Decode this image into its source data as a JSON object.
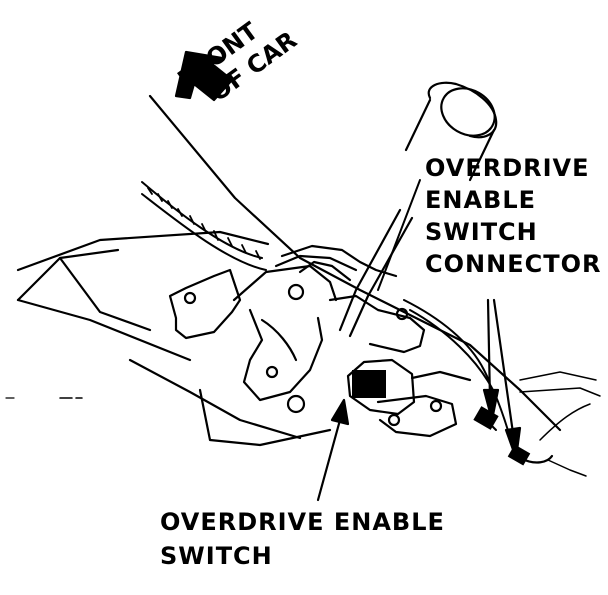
{
  "labels": {
    "front_line1": "FRONT",
    "front_line2": "OF CAR",
    "connector_line1": "OVERDRIVE",
    "connector_line2": "ENABLE",
    "connector_line3": "SWITCH",
    "connector_line4": "CONNECTOR",
    "switch_line1": "OVERDRIVE ENABLE",
    "switch_line2": "SWITCH"
  }
}
